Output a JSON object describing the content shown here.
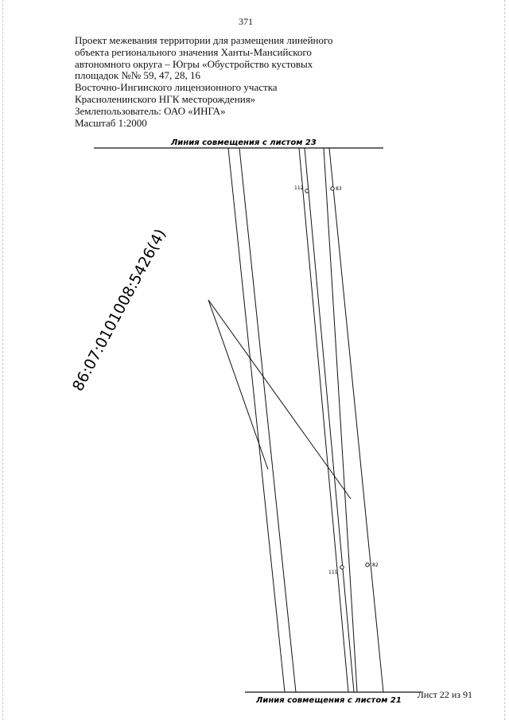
{
  "page_number": "371",
  "header": {
    "lines": [
      "Проект межевания территории для размещения линейного",
      "объекта регионального значения Ханты-Мансийского",
      "автономного  округа – Югры «Обустройство кустовых",
      "площадок №№ 59, 47, 28, 16",
      "Восточно-Ингинского  лицензионного участка",
      "Красноленинского НГК месторождения»",
      "Землепользователь: ОАО «ИНГА»",
      "Масштаб 1:2000"
    ]
  },
  "drawing": {
    "top_match_line": "Линия совмещения с листом 23",
    "bottom_match_line": "Линия совмещения с листом 21",
    "cadastral_number": "86:07:0101008:5426(4)",
    "points": {
      "p112": "112",
      "p83": "83",
      "p111": "111",
      "p82": "82"
    }
  },
  "footer": {
    "sheet": "Лист 22 из 91"
  }
}
